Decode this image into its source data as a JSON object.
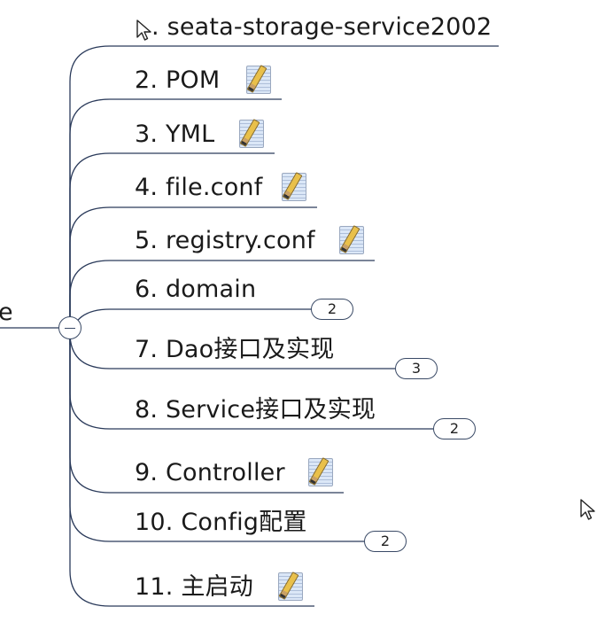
{
  "mindmap": {
    "root_fragment": "e",
    "collapse_symbol": "−",
    "nodes": [
      {
        "label": ". seata-storage-service2002",
        "note": false,
        "badge": null
      },
      {
        "label": "2. POM",
        "note": true,
        "badge": null
      },
      {
        "label": "3. YML",
        "note": true,
        "badge": null
      },
      {
        "label": "4. file.conf",
        "note": true,
        "badge": null
      },
      {
        "label": "5. registry.conf",
        "note": true,
        "badge": null
      },
      {
        "label": "6. domain",
        "note": false,
        "badge": "2"
      },
      {
        "label": "7. Dao接口及实现",
        "note": false,
        "badge": "3"
      },
      {
        "label": "8. Service接口及实现",
        "note": false,
        "badge": "2"
      },
      {
        "label": "9. Controller",
        "note": true,
        "badge": null
      },
      {
        "label": "10. Config配置",
        "note": false,
        "badge": "2"
      },
      {
        "label": "11. 主启动",
        "note": true,
        "badge": null
      }
    ]
  },
  "icons": {
    "note": "note-pencil-icon",
    "cursor": "mouse-pointer-icon"
  },
  "colors": {
    "line": "#2a3a5a",
    "text": "#1a1a1a",
    "background": "#ffffff"
  }
}
